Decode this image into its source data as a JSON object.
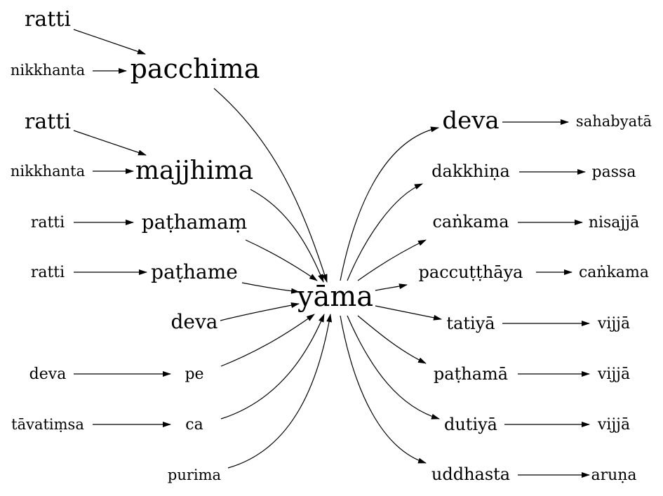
{
  "graph": {
    "center": "yāma",
    "left_words": {
      "ratti_1": "ratti",
      "nikkhanta_1": "nikkhanta",
      "pacchima": "pacchima",
      "ratti_2": "ratti",
      "nikkhanta_2": "nikkhanta",
      "majjhima": "majjhima",
      "ratti_3": "ratti",
      "pathamam": "paṭhamaṃ",
      "ratti_4": "ratti",
      "pathame": "paṭhame",
      "deva_mid": "deva",
      "deva_src": "deva",
      "pe": "pe",
      "tavatimsa": "tāvatiṃsa",
      "ca": "ca",
      "purima": "purima"
    },
    "right_words": {
      "deva": "deva",
      "sahabyata": "sahabyatā",
      "dakkhina": "dakkhiṇa",
      "passa": "passa",
      "cankama": "caṅkama",
      "nisajja": "nisajjā",
      "paccutthaya": "paccuṭṭhāya",
      "cankama_2": "caṅkama",
      "tatiya": "tatiyā",
      "vijja_1": "vijjā",
      "pathama": "paṭhamā",
      "vijja_2": "vijjā",
      "dutiya": "dutiyā",
      "vijja_3": "vijjā",
      "uddhasta": "uddhasta",
      "aruna": "aruṇa"
    },
    "edges": [
      [
        "ratti_1",
        "pacchima"
      ],
      [
        "nikkhanta_1",
        "pacchima"
      ],
      [
        "pacchima",
        "center"
      ],
      [
        "ratti_2",
        "majjhima"
      ],
      [
        "nikkhanta_2",
        "majjhima"
      ],
      [
        "majjhima",
        "center"
      ],
      [
        "ratti_3",
        "pathamam"
      ],
      [
        "pathamam",
        "center"
      ],
      [
        "ratti_4",
        "pathame"
      ],
      [
        "pathame",
        "center"
      ],
      [
        "deva_mid",
        "center"
      ],
      [
        "deva_src",
        "pe"
      ],
      [
        "pe",
        "center"
      ],
      [
        "tavatimsa",
        "ca"
      ],
      [
        "ca",
        "center"
      ],
      [
        "purima",
        "center"
      ],
      [
        "center",
        "deva"
      ],
      [
        "deva",
        "sahabyata"
      ],
      [
        "center",
        "dakkhina"
      ],
      [
        "dakkhina",
        "passa"
      ],
      [
        "center",
        "cankama"
      ],
      [
        "cankama",
        "nisajja"
      ],
      [
        "center",
        "paccutthaya"
      ],
      [
        "paccutthaya",
        "cankama_2"
      ],
      [
        "center",
        "tatiya"
      ],
      [
        "tatiya",
        "vijja_1"
      ],
      [
        "center",
        "pathama"
      ],
      [
        "pathama",
        "vijja_2"
      ],
      [
        "center",
        "dutiya"
      ],
      [
        "dutiya",
        "vijja_3"
      ],
      [
        "center",
        "uddhasta"
      ],
      [
        "uddhasta",
        "aruna"
      ]
    ]
  }
}
